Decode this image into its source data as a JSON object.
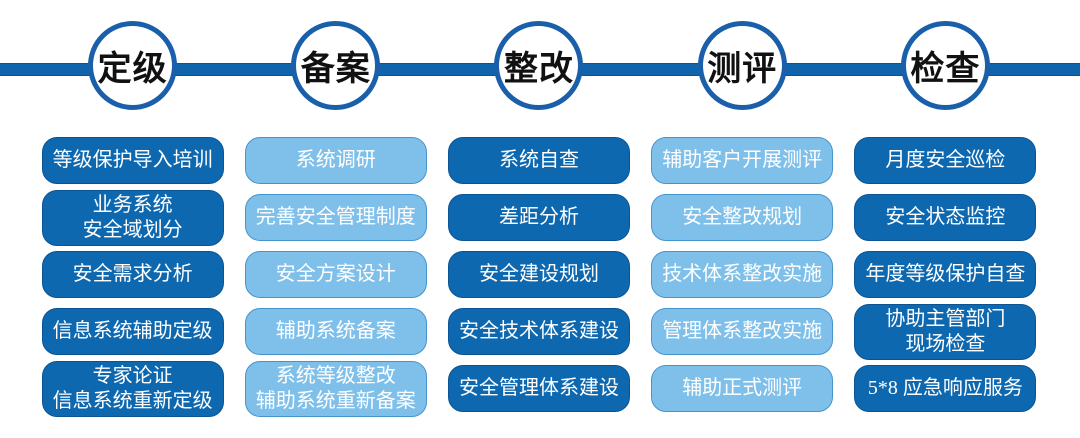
{
  "colors": {
    "line": "#0f64ab",
    "circle_border": "#1a5fa9",
    "circle_fill": "#ffffff",
    "circle_text": "#111111",
    "dark_box_fill": "#0e68b0",
    "dark_box_border": "#0a5494",
    "light_box_fill": "#7fc0ea",
    "light_box_border": "#4694cc",
    "box_text": "#ffffff"
  },
  "timeline": {
    "stages": [
      {
        "label": "定级",
        "theme": "dark",
        "items": [
          "等级保护导入培训",
          "业务系统\n安全域划分",
          "安全需求分析",
          "信息系统辅助定级",
          "专家论证\n信息系统重新定级"
        ]
      },
      {
        "label": "备案",
        "theme": "light",
        "items": [
          "系统调研",
          "完善安全管理制度",
          "安全方案设计",
          "辅助系统备案",
          "系统等级整改\n辅助系统重新备案"
        ]
      },
      {
        "label": "整改",
        "theme": "dark",
        "items": [
          "系统自查",
          "差距分析",
          "安全建设规划",
          "安全技术体系建设",
          "安全管理体系建设"
        ]
      },
      {
        "label": "测评",
        "theme": "light",
        "items": [
          "辅助客户开展测评",
          "安全整改规划",
          "技术体系整改实施",
          "管理体系整改实施",
          "辅助正式测评"
        ]
      },
      {
        "label": "检查",
        "theme": "dark",
        "items": [
          "月度安全巡检",
          "安全状态监控",
          "年度等级保护自查",
          "协助主管部门\n现场检查",
          "5*8 应急响应服务"
        ]
      }
    ]
  }
}
